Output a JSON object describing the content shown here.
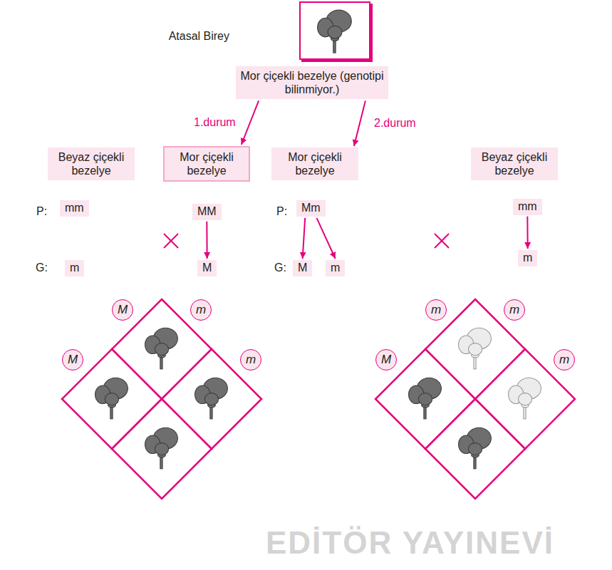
{
  "diagram": {
    "nodes": [
      {
        "text": [
          "Atasal Birey"
        ]
      },
      {
        "text": [
          "Mor çiçekli bezelye (genotipi bilinmiyor.)"
        ]
      },
      {
        "text": [
          "Beyaz çiçekli bezelye"
        ]
      },
      {
        "text": [
          "Mor çiçekli bezelye"
        ]
      },
      {
        "text": [
          "Mor çiçekli bezelye"
        ]
      },
      {
        "text": [
          "Beyaz çiçekli bezelye"
        ]
      },
      {
        "text": [
          "mm"
        ]
      },
      {
        "text": [
          "MM"
        ]
      },
      {
        "text": [
          "Mm"
        ]
      },
      {
        "text": [
          "mm"
        ]
      },
      {
        "text": [
          "m"
        ]
      },
      {
        "text": [
          "M"
        ]
      },
      {
        "text": [
          "M"
        ]
      },
      {
        "text": [
          "m"
        ]
      },
      {
        "text": [
          "m"
        ]
      },
      {
        "text": [
          "M"
        ]
      },
      {
        "text": [
          "m"
        ]
      },
      {
        "text": [
          "M"
        ]
      },
      {
        "text": [
          "m"
        ]
      },
      {
        "text": [
          "m"
        ]
      },
      {
        "text": [
          "m"
        ]
      },
      {
        "text": [
          "M"
        ]
      },
      {
        "text": [
          "m"
        ]
      }
    ],
    "edges": [
      {
        "from": 1,
        "to": 3,
        "arrow": "to",
        "label": "1.durum"
      },
      {
        "from": 1,
        "to": 4,
        "arrow": "to",
        "label": "2.durum"
      },
      {
        "from": 7,
        "to": 11,
        "arrow": "to"
      },
      {
        "from": 8,
        "to": 12,
        "arrow": "to"
      },
      {
        "from": 8,
        "to": 13,
        "arrow": "to"
      },
      {
        "from": 9,
        "to": 14,
        "arrow": "to"
      }
    ],
    "labels": [
      "P:",
      "G:",
      "P:",
      "G:",
      "EDİTÖR YAYINEVİ"
    ]
  }
}
